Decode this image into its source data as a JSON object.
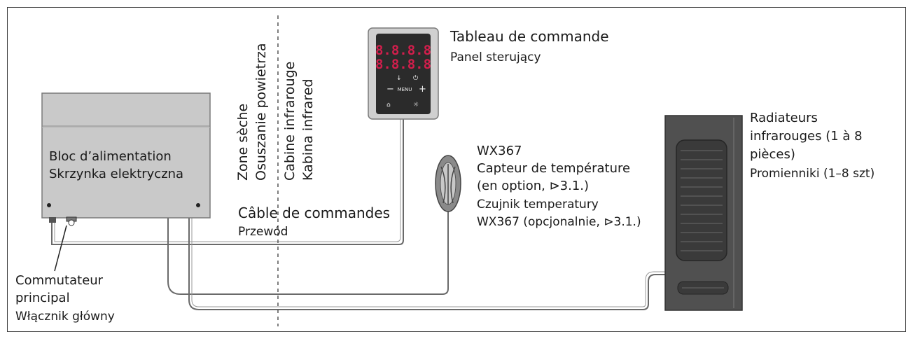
{
  "power_unit": {
    "title_fr": "Bloc d’alimentation",
    "title_pl": "Skrzynka elektryczna"
  },
  "zones": {
    "dry_fr": "Zone sèche",
    "dry_pl": "Osuszanie powietrza",
    "cabin_fr": "Cabine infrarouge",
    "cabin_pl": "Kabina infrared"
  },
  "control_panel": {
    "title_fr": "Tableau de commande",
    "title_pl": "Panel sterujący",
    "display_top": "8.8.8.8",
    "display_bottom": "8.8.8.8",
    "menu_label": "MENU",
    "minus_label": "−",
    "plus_label": "+"
  },
  "control_cable": {
    "title_fr": "Câble de commandes",
    "title_pl": "Przewód"
  },
  "sensor": {
    "model": "WX367",
    "line1_fr": "Capteur de température",
    "line2_fr": "(en option, ⊳3.1.)",
    "line1_pl": "Czujnik temperatury",
    "line2_pl": "WX367 (opcjonalnie, ⊳3.1.)"
  },
  "radiators": {
    "line1_fr": "Radiateurs",
    "line2_fr": "infrarouges (1 à 8",
    "line3_fr": "pièces)",
    "line1_pl": "Promienniki (1–8 szt)"
  },
  "main_switch": {
    "line1_fr": "Commutateur",
    "line2_fr": "principal",
    "line1_pl": "Włącznik główny"
  },
  "colors": {
    "device_grey": "#c9c9c9",
    "radiator_dark": "#505050",
    "panel_dark": "#2b2b2b",
    "lcd_red": "#d21e4c"
  }
}
